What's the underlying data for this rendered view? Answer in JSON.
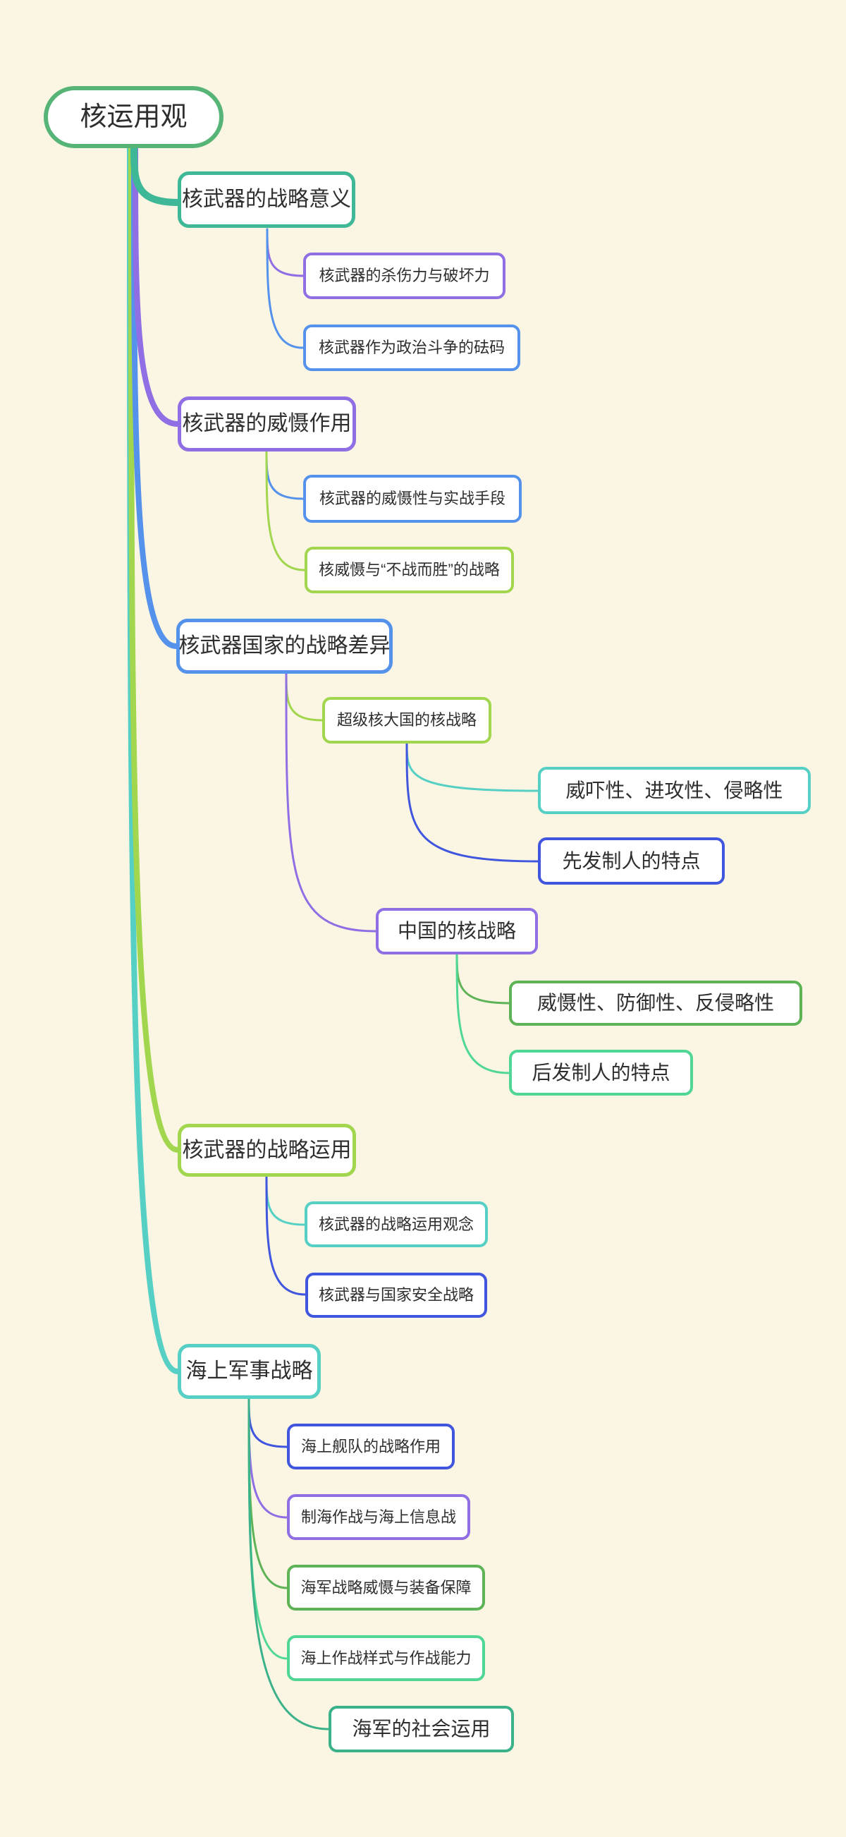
{
  "title": "核运用观",
  "palette": {
    "background": "#FBF6E3",
    "node_fill": "#FFFFFF",
    "text": "#2E2E2E",
    "root_green": "#56B476",
    "teal": "#3EB897",
    "purple": "#8F6FE3",
    "blue": "#5592EC",
    "lime": "#A2D64F",
    "cyan": "#56D0C4",
    "indigo": "#4156DE",
    "green": "#5FB357",
    "mint": "#50D795",
    "seagreen": "#3CB28B"
  },
  "root": {
    "label": "核运用观",
    "color": "root_green"
  },
  "branches": [
    {
      "label": "核武器的战略意义",
      "color": "teal",
      "children": [
        {
          "label": "核武器的杀伤力与破坏力",
          "color": "purple"
        },
        {
          "label": "核武器作为政治斗争的砝码",
          "color": "blue"
        }
      ]
    },
    {
      "label": "核武器的威慑作用",
      "color": "purple",
      "children": [
        {
          "label": "核武器的威慑性与实战手段",
          "color": "blue"
        },
        {
          "label": "核威慑与“不战而胜”的战略",
          "color": "lime"
        }
      ]
    },
    {
      "label": "核武器国家的战略差异",
      "color": "blue",
      "children": [
        {
          "label": "超级核大国的核战略",
          "color": "lime",
          "children": [
            {
              "label": "威吓性、进攻性、侵略性",
              "color": "cyan"
            },
            {
              "label": "先发制人的特点",
              "color": "indigo"
            }
          ]
        },
        {
          "label": "中国的核战略",
          "color": "purple",
          "children": [
            {
              "label": "威慑性、防御性、反侵略性",
              "color": "green"
            },
            {
              "label": "后发制人的特点",
              "color": "mint"
            }
          ]
        }
      ]
    },
    {
      "label": "核武器的战略运用",
      "color": "lime",
      "children": [
        {
          "label": "核武器的战略运用观念",
          "color": "cyan"
        },
        {
          "label": "核武器与国家安全战略",
          "color": "indigo"
        }
      ]
    },
    {
      "label": "海上军事战略",
      "color": "cyan",
      "children": [
        {
          "label": "海上舰队的战略作用",
          "color": "indigo"
        },
        {
          "label": "制海作战与海上信息战",
          "color": "purple"
        },
        {
          "label": "海军战略威慑与装备保障",
          "color": "green"
        },
        {
          "label": "海上作战样式与作战能力",
          "color": "mint"
        },
        {
          "label": "海军的社会运用",
          "color": "seagreen"
        }
      ]
    }
  ]
}
